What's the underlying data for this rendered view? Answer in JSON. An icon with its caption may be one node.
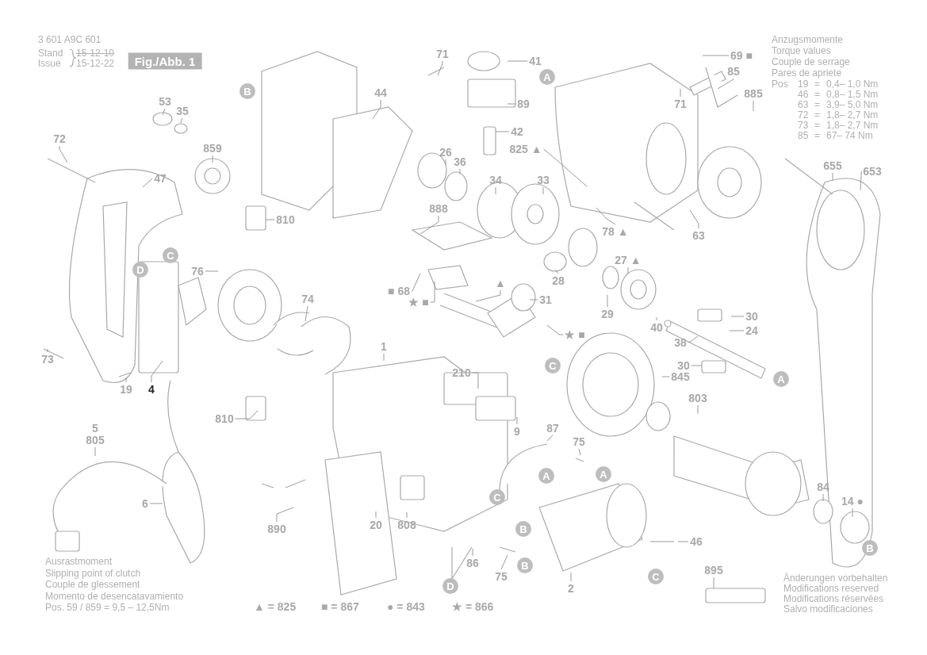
{
  "diagram": {
    "nodes": [
      {
        "text": [
          "Fig./Abb. 1"
        ]
      },
      {
        "text": [
          "71"
        ]
      },
      {
        "text": [
          "41"
        ]
      },
      {
        "text": [
          "69 ■"
        ]
      },
      {
        "text": [
          "A"
        ]
      },
      {
        "text": [
          "85"
        ]
      },
      {
        "text": [
          "53"
        ]
      },
      {
        "text": [
          "35"
        ]
      },
      {
        "text": [
          "B"
        ]
      },
      {
        "text": [
          "44"
        ]
      },
      {
        "text": [
          "89"
        ]
      },
      {
        "text": [
          "71"
        ]
      },
      {
        "text": [
          "885"
        ]
      },
      {
        "text": [
          "26"
        ]
      },
      {
        "text": [
          "36"
        ]
      },
      {
        "text": [
          "42"
        ]
      },
      {
        "text": [
          "72"
        ]
      },
      {
        "text": [
          "859"
        ]
      },
      {
        "text": [
          "825 ▲"
        ]
      },
      {
        "text": [
          "47"
        ]
      },
      {
        "text": [
          "34"
        ]
      },
      {
        "text": [
          "33"
        ]
      },
      {
        "text": [
          "655"
        ]
      },
      {
        "text": [
          "653"
        ]
      },
      {
        "text": [
          "888"
        ]
      },
      {
        "text": [
          "810"
        ]
      },
      {
        "text": [
          "78 ▲"
        ]
      },
      {
        "text": [
          "63"
        ]
      },
      {
        "text": [
          "D"
        ]
      },
      {
        "text": [
          "C"
        ]
      },
      {
        "text": [
          "76"
        ]
      },
      {
        "text": [
          "27 ▲"
        ]
      },
      {
        "text": [
          "■ 68"
        ]
      },
      {
        "text": [
          "28"
        ]
      },
      {
        "text": [
          "▲"
        ]
      },
      {
        "text": [
          "74"
        ]
      },
      {
        "text": [
          "★ ■"
        ]
      },
      {
        "text": [
          "31"
        ]
      },
      {
        "text": [
          "29"
        ]
      },
      {
        "text": [
          "30"
        ]
      },
      {
        "text": [
          "24"
        ]
      },
      {
        "text": [
          "40"
        ]
      },
      {
        "text": [
          "38"
        ]
      },
      {
        "text": [
          "★ ■"
        ]
      },
      {
        "text": [
          "1"
        ]
      },
      {
        "text": [
          "73"
        ]
      },
      {
        "text": [
          "C"
        ]
      },
      {
        "text": [
          "30"
        ]
      },
      {
        "text": [
          "845"
        ]
      },
      {
        "text": [
          "A"
        ]
      },
      {
        "text": [
          "210"
        ]
      },
      {
        "text": [
          "19"
        ]
      },
      {
        "text": [
          "4"
        ]
      },
      {
        "text": [
          "803"
        ]
      },
      {
        "text": [
          "810"
        ]
      },
      {
        "text": [
          "9"
        ]
      },
      {
        "text": [
          "87"
        ]
      },
      {
        "text": [
          "5"
        ]
      },
      {
        "text": [
          "805"
        ]
      },
      {
        "text": [
          "75"
        ]
      },
      {
        "text": [
          "A"
        ]
      },
      {
        "text": [
          "A"
        ]
      },
      {
        "text": [
          "C"
        ]
      },
      {
        "text": [
          "84"
        ]
      },
      {
        "text": [
          "14 ●"
        ]
      },
      {
        "text": [
          "6"
        ]
      },
      {
        "text": [
          "890"
        ]
      },
      {
        "text": [
          "20"
        ]
      },
      {
        "text": [
          "808"
        ]
      },
      {
        "text": [
          "B"
        ]
      },
      {
        "text": [
          "46"
        ]
      },
      {
        "text": [
          "B"
        ]
      },
      {
        "text": [
          "86"
        ]
      },
      {
        "text": [
          "75"
        ]
      },
      {
        "text": [
          "B"
        ]
      },
      {
        "text": [
          "C"
        ]
      },
      {
        "text": [
          "895"
        ]
      },
      {
        "text": [
          "2"
        ]
      },
      {
        "text": [
          "D"
        ]
      }
    ],
    "edges": [
      {
        "from": 1,
        "to": null,
        "arrow": "none"
      },
      {
        "from": 2,
        "to": null,
        "arrow": "none"
      },
      {
        "from": 3,
        "to": null,
        "arrow": "none"
      },
      {
        "from": 5,
        "to": null,
        "arrow": "none"
      },
      {
        "from": 6,
        "to": null,
        "arrow": "none"
      },
      {
        "from": 7,
        "to": null,
        "arrow": "none"
      },
      {
        "from": 9,
        "to": null,
        "arrow": "none"
      },
      {
        "from": 10,
        "to": null,
        "arrow": "none"
      },
      {
        "from": 11,
        "to": null,
        "arrow": "none"
      },
      {
        "from": 12,
        "to": null,
        "arrow": "none"
      },
      {
        "from": 13,
        "to": null,
        "arrow": "none"
      },
      {
        "from": 14,
        "to": null,
        "arrow": "none"
      },
      {
        "from": 15,
        "to": null,
        "arrow": "none"
      },
      {
        "from": 16,
        "to": null,
        "arrow": "none"
      },
      {
        "from": 17,
        "to": null,
        "arrow": "none"
      },
      {
        "from": 18,
        "to": null,
        "arrow": "none"
      },
      {
        "from": 19,
        "to": null,
        "arrow": "none"
      },
      {
        "from": 20,
        "to": null,
        "arrow": "none"
      },
      {
        "from": 21,
        "to": null,
        "arrow": "none"
      },
      {
        "from": 22,
        "to": null,
        "arrow": "none"
      },
      {
        "from": 23,
        "to": null,
        "arrow": "none"
      },
      {
        "from": 24,
        "to": null,
        "arrow": "none"
      },
      {
        "from": 25,
        "to": null,
        "arrow": "none"
      },
      {
        "from": 26,
        "to": null,
        "arrow": "none"
      },
      {
        "from": 27,
        "to": null,
        "arrow": "none"
      },
      {
        "from": 30,
        "to": null,
        "arrow": "none"
      },
      {
        "from": 31,
        "to": null,
        "arrow": "none"
      },
      {
        "from": 32,
        "to": null,
        "arrow": "none"
      },
      {
        "from": 33,
        "to": null,
        "arrow": "none"
      },
      {
        "from": 34,
        "to": null,
        "arrow": "none"
      },
      {
        "from": 35,
        "to": null,
        "arrow": "none"
      },
      {
        "from": 36,
        "to": null,
        "arrow": "none"
      },
      {
        "from": 37,
        "to": null,
        "arrow": "none"
      },
      {
        "from": 38,
        "to": null,
        "arrow": "none"
      },
      {
        "from": 39,
        "to": null,
        "arrow": "none"
      },
      {
        "from": 40,
        "to": null,
        "arrow": "none"
      },
      {
        "from": 41,
        "to": null,
        "arrow": "none"
      },
      {
        "from": 42,
        "to": null,
        "arrow": "none"
      },
      {
        "from": 43,
        "to": null,
        "arrow": "none"
      },
      {
        "from": 44,
        "to": null,
        "arrow": "none"
      },
      {
        "from": 45,
        "to": null,
        "arrow": "none"
      },
      {
        "from": 47,
        "to": null,
        "arrow": "none"
      },
      {
        "from": 48,
        "to": null,
        "arrow": "none"
      },
      {
        "from": 50,
        "to": null,
        "arrow": "none"
      },
      {
        "from": 51,
        "to": null,
        "arrow": "none"
      },
      {
        "from": 52,
        "to": null,
        "arrow": "none"
      },
      {
        "from": 53,
        "to": null,
        "arrow": "none"
      },
      {
        "from": 54,
        "to": null,
        "arrow": "none"
      },
      {
        "from": 55,
        "to": null,
        "arrow": "none"
      },
      {
        "from": 56,
        "to": null,
        "arrow": "none"
      },
      {
        "from": 58,
        "to": null,
        "arrow": "none"
      },
      {
        "from": 59,
        "to": null,
        "arrow": "none"
      },
      {
        "from": 63,
        "to": null,
        "arrow": "none"
      },
      {
        "from": 64,
        "to": null,
        "arrow": "none"
      },
      {
        "from": 65,
        "to": null,
        "arrow": "none"
      },
      {
        "from": 66,
        "to": null,
        "arrow": "none"
      },
      {
        "from": 67,
        "to": null,
        "arrow": "none"
      },
      {
        "from": 68,
        "to": null,
        "arrow": "none"
      },
      {
        "from": 70,
        "to": null,
        "arrow": "none"
      },
      {
        "from": 72,
        "to": null,
        "arrow": "none"
      },
      {
        "from": 73,
        "to": null,
        "arrow": "none"
      },
      {
        "from": 76,
        "to": null,
        "arrow": "none"
      },
      {
        "from": 77,
        "to": null,
        "arrow": "none"
      }
    ],
    "labels": [
      "3 601 A9C 601",
      "Stand",
      "Issue",
      "15-12-10",
      "15-12-22",
      "Anzugsmomente",
      "Torque values",
      "Couple de serrage",
      "Pares de apriete",
      "Pos",
      "19",
      "=",
      "0,4– 1,0 Nm",
      "46",
      "=",
      "0,8– 1,5 Nm",
      "63",
      "=",
      "3,9– 5,0 Nm",
      "72",
      "=",
      "1,8– 2,7 Nm",
      "73",
      "=",
      "1,8– 2,7 Nm",
      "85",
      "=",
      "67– 74 Nm",
      "Ausrastmoment",
      "Slipping point of clutch",
      "Couple de glessement",
      "Momento de desencatavamiento",
      "Pos. 59 / 859 = 9,5 – 12,5Nm",
      "▲ = 825",
      "■ = 867",
      "● = 843",
      "★ = 866",
      "Änderungen vorbehalten",
      "Modifications reserved",
      "Modifications réservées",
      "Salvo modificaciones"
    ]
  }
}
